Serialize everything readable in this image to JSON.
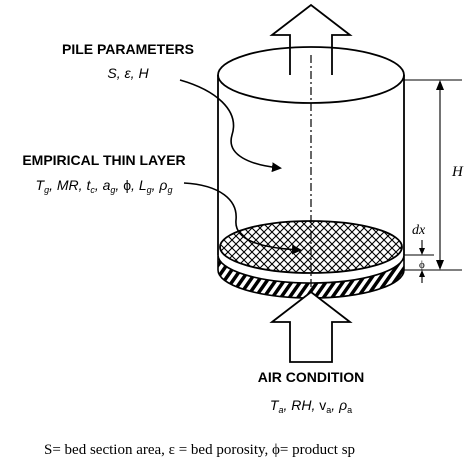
{
  "labels": {
    "pile_params_title": "PILE PARAMETERS",
    "pile_params_vars": "S, ε, H",
    "thin_layer_title": "EMPIRICAL THIN LAYER",
    "air_condition_title": "AIR CONDITION",
    "dim_H": "H",
    "dim_dx": "dx",
    "dim_phi": "ϕ",
    "caption": "S= bed section area, ε = bed porosity, ϕ= product sp"
  },
  "thin_layer_vars": {
    "Tg": "T",
    "Tg_sub": "g",
    "MR": "MR",
    "tc": "t",
    "tc_sub": "c",
    "ag": "a",
    "ag_sub": "g",
    "phi": "ϕ",
    "Lg": "L",
    "Lg_sub": "g",
    "rho": "ρ",
    "rho_sub": "g"
  },
  "air_vars": {
    "Ta": "T",
    "Ta_sub": "a",
    "RH": "RH",
    "va": "v",
    "va_sub": "a",
    "rho": "ρ",
    "rho_sub": "a"
  },
  "colors": {
    "stroke": "#000000",
    "background": "#ffffff"
  }
}
